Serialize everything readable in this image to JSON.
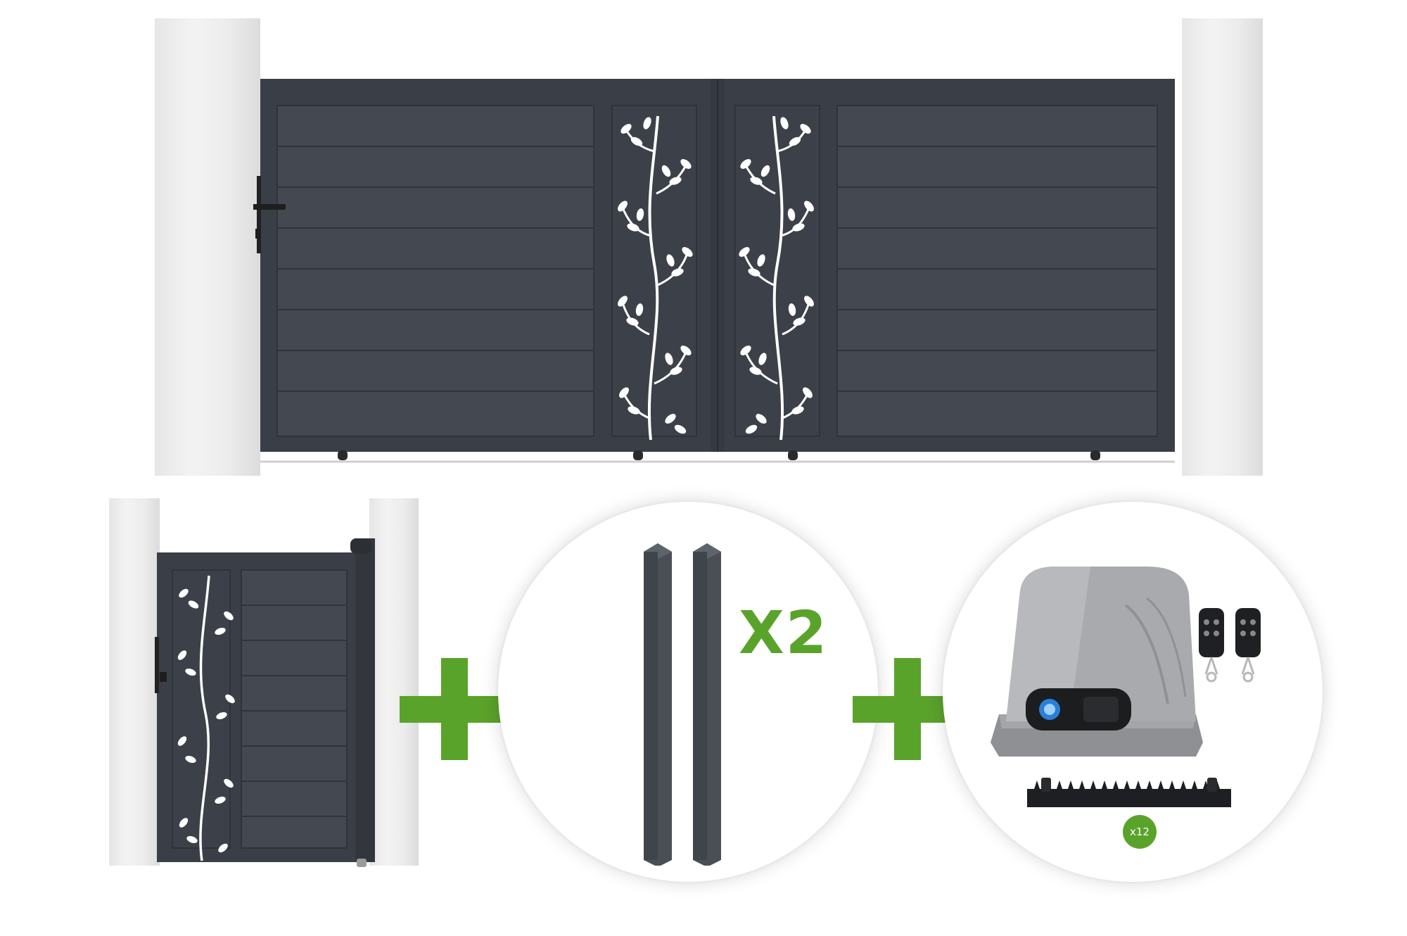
{
  "products": {
    "sliding_gate": {
      "icon": "double-sliding-gate-with-leaf-pattern",
      "color": "#3c414a"
    },
    "pedestrian_gate": {
      "icon": "pedestrian-gate-with-leaf-pattern",
      "color": "#3c414a"
    },
    "posts": {
      "icon": "square-gate-posts",
      "quantity_label": "X2",
      "color": "#4a4f55"
    },
    "motor_kit": {
      "icon": "sliding-gate-motor-with-remotes-and-rack",
      "remotes_icon": "remote-control-icon",
      "rack_icon": "gear-rack-icon",
      "rack_quantity_label": "x12",
      "color": "#a3a5a8"
    }
  },
  "accent_color": "#5aa32b",
  "pillar_color": "#eeeeee"
}
